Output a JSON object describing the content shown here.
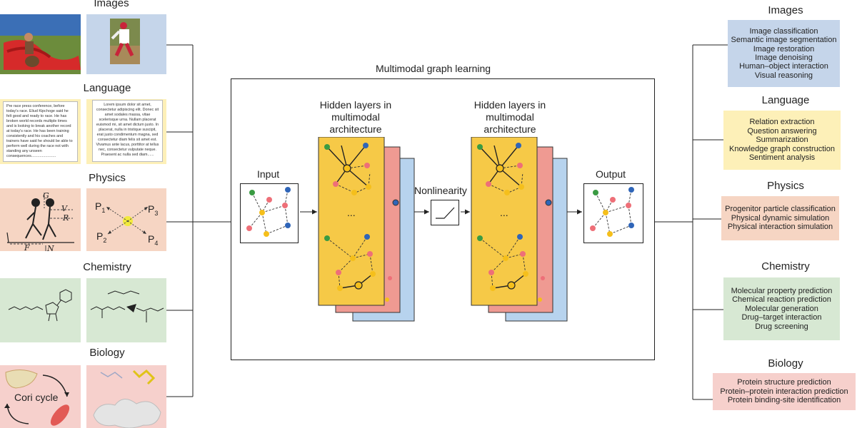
{
  "left": {
    "images": {
      "title": "Images"
    },
    "language": {
      "title": "Language",
      "text_left": "Pre race press conference, before today's race. Eliud Kipchoge said he felt good and ready to race. He has broken world records multiple times and is looking to break another record at today's race. He has been training consistently and his coaches and trainers have said he should be able to perform well during the race not with standing any unseen consequences.......................",
      "text_right": "Lorem ipsum dolor sit amet, consectetur adipiscing elit. Donec sit amet sodales massa, vitae scelerisque urna. Nullam placerat euismod mi, sit amet dictum justo. In placerat, nulla in tristique suscipit, erat justo condimentum magna, sed consectetur diam felis sit amet est. Vivamus ante lacus, porttitor at tellus nec, consectetur vulputate neque. Praesent ac nulla sed diam......"
    },
    "physics": {
      "title": "Physics",
      "labels": {
        "G": "G",
        "V": "V",
        "R": "R",
        "F": "F",
        "N": "N",
        "P1": "P",
        "P2": "P",
        "P3": "P",
        "P4": "P",
        "s1": "1",
        "s2": "2",
        "s3": "3",
        "s4": "4"
      }
    },
    "chemistry": {
      "title": "Chemistry"
    },
    "biology": {
      "title": "Biology",
      "cycle_label": "Cori cycle"
    }
  },
  "center": {
    "title": "Multimodal graph learning",
    "input_label": "Input",
    "hidden1_label": "Hidden layers in multimodal architecture",
    "hidden2_label": "Hidden layers in multimodal architecture",
    "nonlinearity_label": "Nonlinearity",
    "output_label": "Output",
    "ellipsis": "..."
  },
  "right": {
    "images": {
      "title": "Images",
      "items": [
        "Image classification",
        "Semantic image segmentation",
        "Image restoration",
        "Image denoising",
        "Human–object interaction",
        "Visual reasoning"
      ]
    },
    "language": {
      "title": "Language",
      "items": [
        "Relation extraction",
        "Question answering",
        "Summarization",
        "Knowledge graph construction",
        "Sentiment analysis"
      ]
    },
    "physics": {
      "title": "Physics",
      "items": [
        "Progenitor particle classification",
        "Physical dynamic simulation",
        "Physical interaction simulation"
      ]
    },
    "chemistry": {
      "title": "Chemistry",
      "items": [
        "Molecular property prediction",
        "Chemical reaction prediction",
        "Molecular generation",
        "Drug–target interaction",
        "Drug screening"
      ]
    },
    "biology": {
      "title": "Biology",
      "items": [
        "Protein structure prediction",
        "Protein–protein interaction prediction",
        "Protein binding-site identification"
      ]
    }
  },
  "colors": {
    "images_bg": "#c5d5ea",
    "language_bg": "#fdf0b8",
    "physics_bg": "#f6d5c3",
    "chemistry_bg": "#d7e8d3",
    "biology_bg": "#f6d0cc",
    "layer_yellow": "#f6c947",
    "layer_red": "#ef9a92",
    "layer_blue": "#b7d3ee",
    "node_green": "#3a9b43",
    "node_blue": "#2f65b8",
    "node_pink": "#ee6f78",
    "node_yellow": "#f5bf1b"
  }
}
